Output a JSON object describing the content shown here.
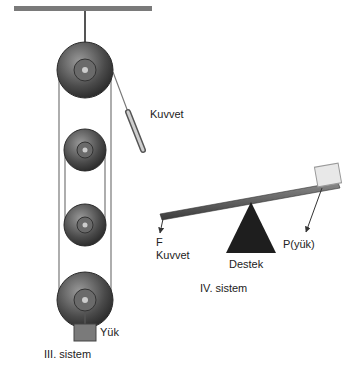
{
  "diagram": {
    "labels": [
      "Kuvvet",
      "Yük",
      "III. sistem",
      "F Kuvvet",
      "Destek",
      "P(yük)",
      "IV. sistem"
    ]
  }
}
